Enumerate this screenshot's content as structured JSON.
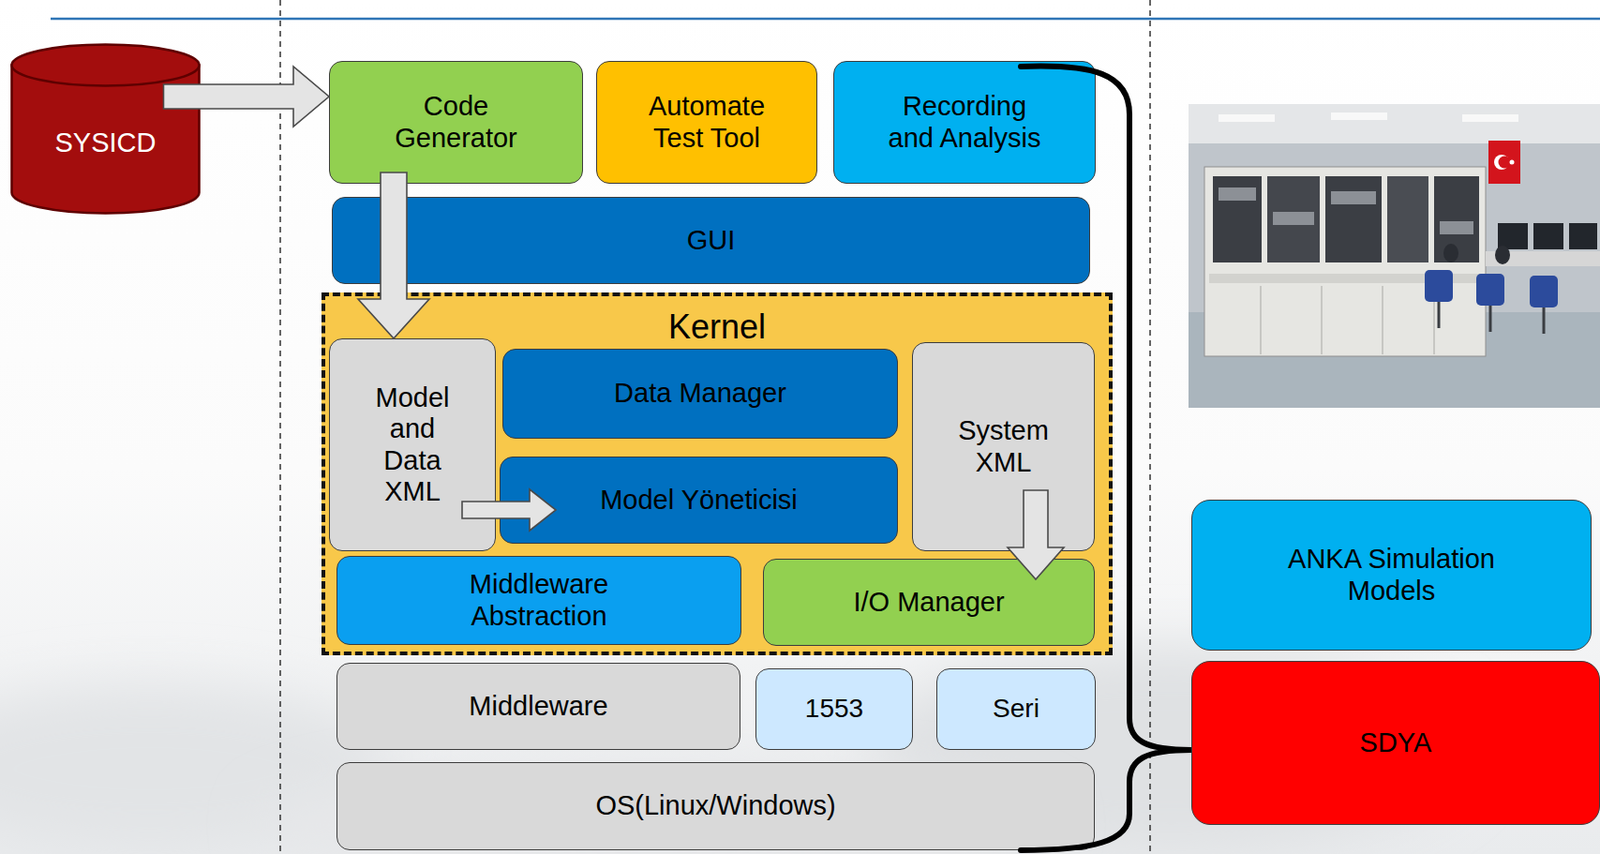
{
  "diagram": {
    "nodes": [
      {
        "text": [
          "SYSICD"
        ]
      },
      {
        "text": [
          "Code Generator"
        ]
      },
      {
        "text": [
          "Automate Test Tool"
        ]
      },
      {
        "text": [
          "Recording and Analysis"
        ]
      },
      {
        "text": [
          "GUI"
        ]
      },
      {
        "text": [
          "Kernel"
        ]
      },
      {
        "text": [
          "Model and Data XML"
        ],
        "in": 5
      },
      {
        "text": [
          "Data Manager"
        ],
        "in": 5
      },
      {
        "text": [
          "Model Yöneticisi"
        ],
        "in": 5
      },
      {
        "text": [
          "System XML"
        ],
        "in": 5
      },
      {
        "text": [
          "Middleware Abstraction"
        ],
        "in": 5
      },
      {
        "text": [
          "I/O Manager"
        ],
        "in": 5
      },
      {
        "text": [
          "Middleware"
        ]
      },
      {
        "text": [
          "1553"
        ]
      },
      {
        "text": [
          "Seri"
        ]
      },
      {
        "text": [
          "OS(Linux/Windows)"
        ]
      },
      {
        "text": [
          "ANKA Simulation Models"
        ]
      },
      {
        "text": [
          "SDYA"
        ]
      }
    ],
    "edges": [
      {
        "from": 0,
        "to": 1,
        "arrow": "to"
      },
      {
        "from": 1,
        "to": 6,
        "arrow": "to"
      },
      {
        "from": 6,
        "to": 8,
        "arrow": "to"
      },
      {
        "from": 9,
        "to": 11,
        "arrow": "to"
      }
    ]
  }
}
